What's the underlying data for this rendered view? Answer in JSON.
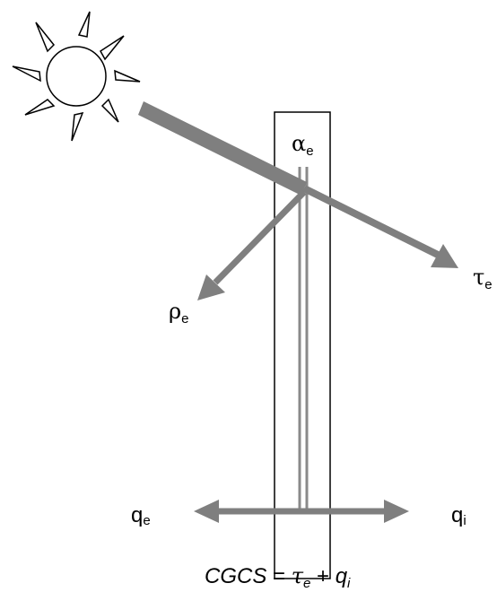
{
  "labels": {
    "alpha": "α",
    "alpha_sub": "e",
    "tau": "τ",
    "tau_sub": "e",
    "rho": "ρ",
    "rho_sub": "e",
    "qe": "q",
    "qe_sub": "e",
    "qi": "q",
    "qi_sub": "i"
  },
  "formula": {
    "lhs": "CGCS",
    "equals": " = ",
    "tau": "τ",
    "tau_sub": "e",
    "plus": " + ",
    "q": "q",
    "q_sub": "i"
  },
  "colors": {
    "arrow": "#7f7f7f",
    "outline": "#000000",
    "background": "#ffffff"
  },
  "icons": {
    "sun": "sun-icon"
  }
}
